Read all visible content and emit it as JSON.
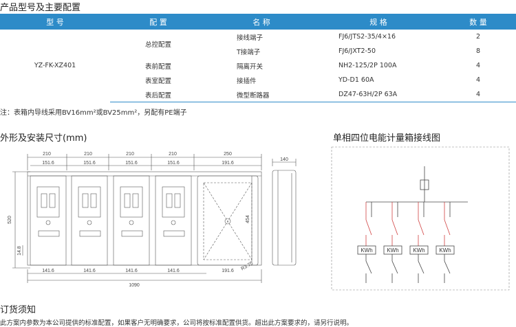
{
  "product_section": {
    "title": "产品型号及主要配置",
    "columns": [
      "型 号",
      "配 置",
      "名 称",
      "规 格",
      "数 量"
    ],
    "model": "YZ-FK-XZ401",
    "rows": [
      {
        "config": "总控配置",
        "name": "接线端子",
        "spec": "FJ6/JTS2-35/4×16",
        "qty": "2"
      },
      {
        "config": "",
        "name": "T接端子",
        "spec": "FJ6/JXT2-50",
        "qty": "8"
      },
      {
        "config": "表前配置",
        "name": "隔离开关",
        "spec": "NH2-125/2P 100A",
        "qty": "4"
      },
      {
        "config": "表室配置",
        "name": "接插件",
        "spec": "YD-D1 60A",
        "qty": "4"
      },
      {
        "config": "表后配置",
        "name": "微型断路器",
        "spec": "DZ47-63H/2P 63A",
        "qty": "4"
      }
    ],
    "note": "注：表箱内导线采用BV16mm²或BV25mm²，另配有PE端子"
  },
  "dimension_section": {
    "title": "外形及安装尺寸(mm)",
    "top_dims": [
      "210",
      "210",
      "210",
      "210",
      "250"
    ],
    "inner_dims": [
      "151.6",
      "151.6",
      "151.6",
      "151.6",
      "191.6"
    ],
    "bottom_dims": [
      "141.6",
      "141.6",
      "141.6",
      "141.6",
      "191.6"
    ],
    "total_width": "1090",
    "height": "520",
    "inner_height": "454",
    "side_depth": "140",
    "offset": "14.8",
    "radius": "R3.75"
  },
  "wiring_section": {
    "title": "单相四位电能计量箱接线图",
    "meter_labels": [
      "KWh",
      "KWh",
      "KWh",
      "KWh"
    ]
  },
  "order_section": {
    "title": "订货须知",
    "text": "此方案内参数为本公司提供的标准配置，如果客户无明确要求，公司将按标准配置供货。超出此方案要求的，请另行说明。"
  },
  "colors": {
    "header_blue": "#2d8bc8",
    "line": "#555555",
    "red_line": "#d04040"
  }
}
